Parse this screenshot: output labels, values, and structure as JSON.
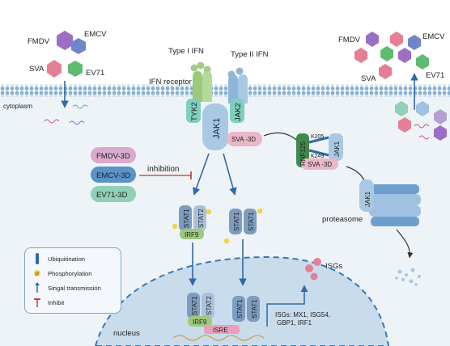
{
  "labels": {
    "type1_ifn": "Type I IFN",
    "type2_ifn": "Type II IFN",
    "ifn_receptor": "IFN receptor",
    "cytoplasm": "cytoplasm",
    "nucleus": "nucleus",
    "inhibition": "inhibition",
    "proteasome": "proteasome",
    "isgs": "ISGs",
    "isgs_list_1": "ISGs: MX1, ISG54,",
    "isgs_list_2": "GBP1, IRF1",
    "isre": "ISRE",
    "k205": "K205",
    "k249": "K249"
  },
  "viruses_left": {
    "fmdv": "FMDV",
    "emcv": "EMCV",
    "sva": "SVA",
    "ev71": "EV71"
  },
  "viruses_right": {
    "fmdv": "FMDV",
    "emcv": "EMCV",
    "sva": "SVA",
    "ev71": "EV71"
  },
  "proteins": {
    "tyk2": "TYK2",
    "jak2": "JAK2",
    "jak1": "JAK1",
    "sva_3d": "SVA -3D",
    "fmdv_3d": "FMDV-3D",
    "emcv_3d": "EMCV-3D",
    "ev71_3d": "EV71-3D",
    "stat1": "STAT1",
    "stat2": "STAT2",
    "irf9": "IRF9",
    "rnf125": "RNF125",
    "jak1_complex": "JAK1",
    "sva_3d_complex": "SVA -3D",
    "jak1_proteasome": "JAK1",
    "phospho": "P"
  },
  "legend": {
    "ubiquitination": "Ubiquitination",
    "phosphorylation": "Phosphorylation",
    "signal": "Singal transmission",
    "inhibit": "Inhibit"
  },
  "colors": {
    "membrane": "#9fc1dc",
    "cytoplasm_bg": "#eef3f8",
    "nucleus_fill": "#c9dcec",
    "nucleus_border": "#3b78b0",
    "jak1": "#a9c8e4",
    "stat": "#7d9cc0",
    "irf9": "#9cc97a",
    "sva3d": "#e9b7c8",
    "fmdv3d": "#d9a9cf",
    "emcv3d": "#5b93c9",
    "ev71_3d": "#8fd0b6",
    "phospho": "#f2d34a",
    "arrow": "#2f6aa5",
    "inhibit": "#c0392b"
  }
}
